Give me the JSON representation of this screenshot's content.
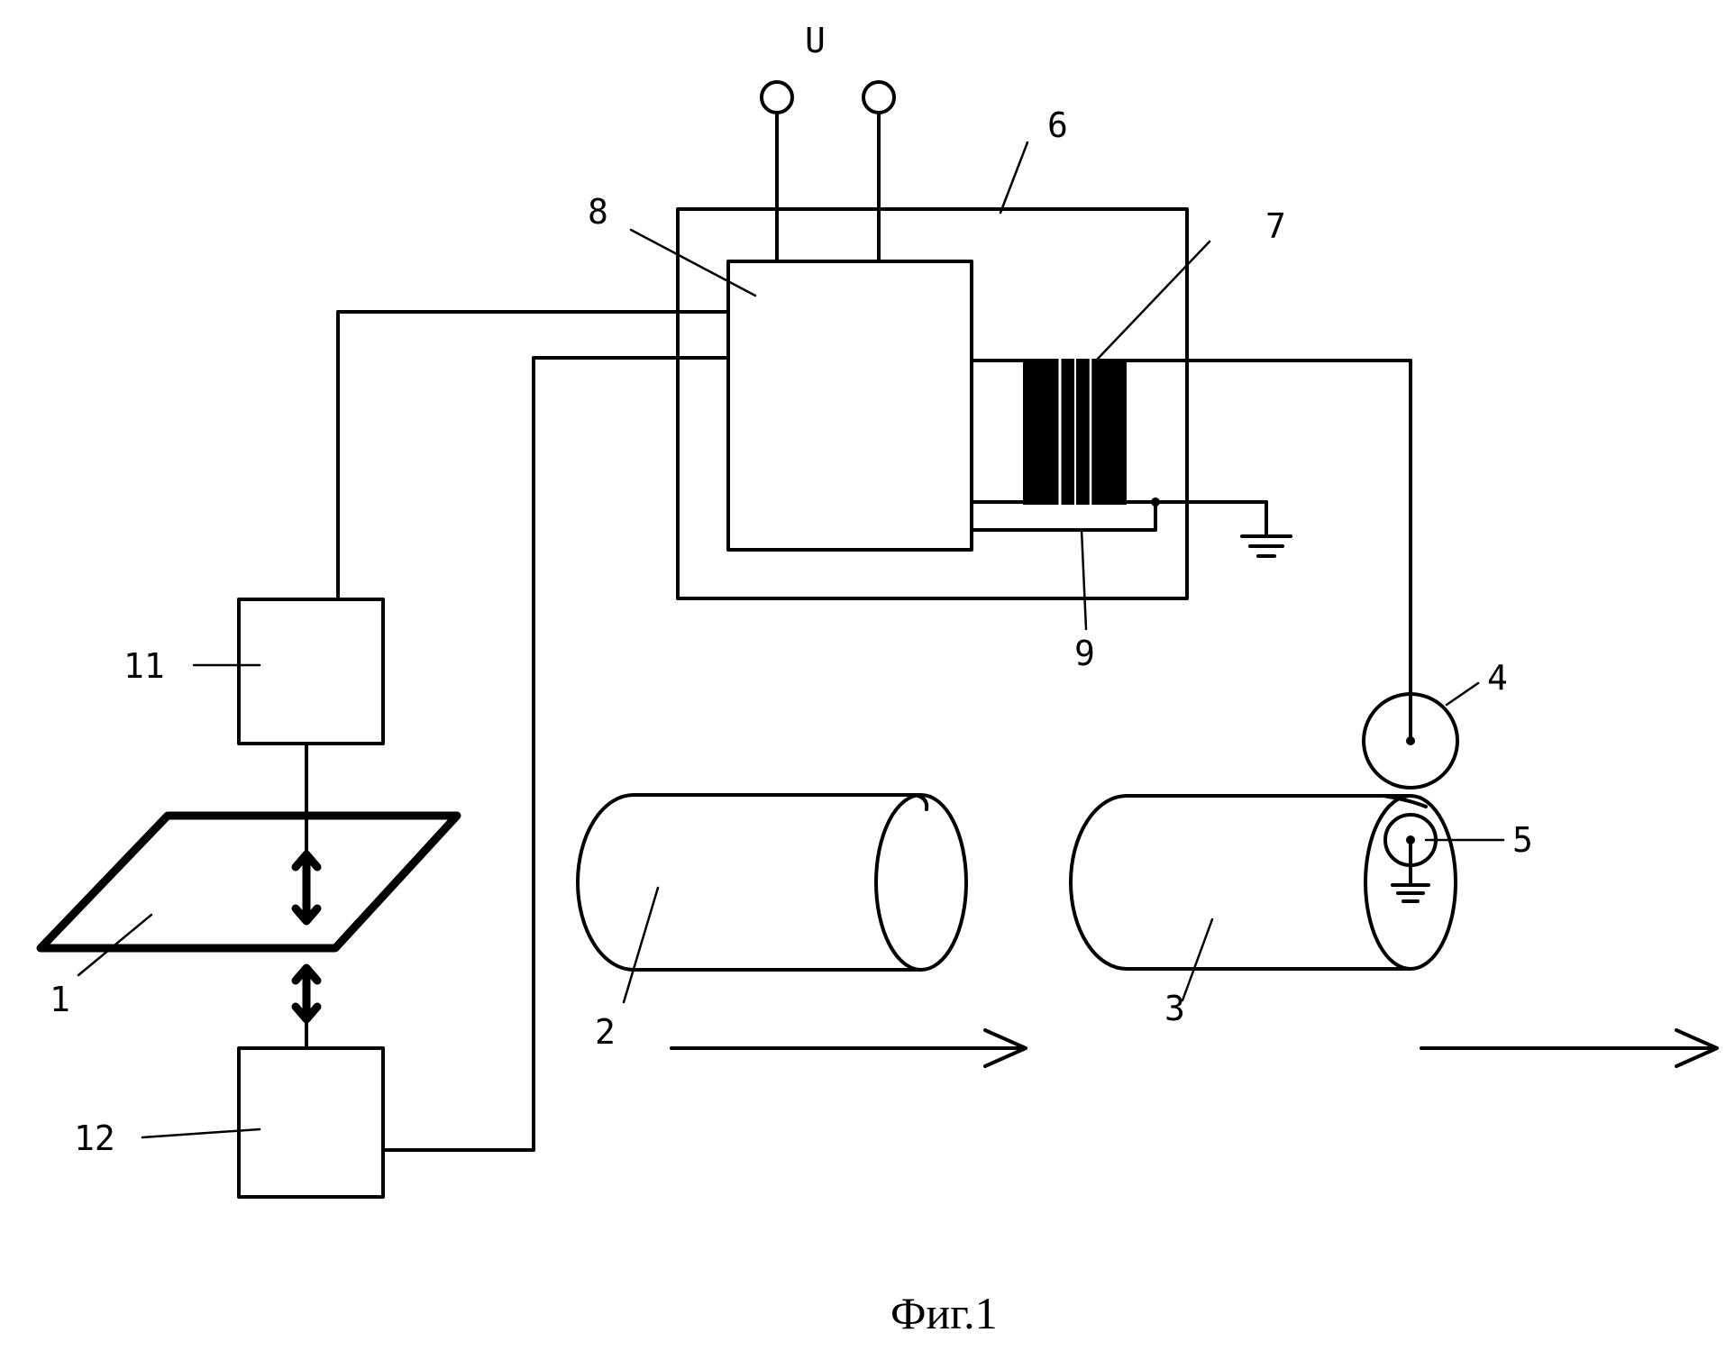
{
  "labels": {
    "voltage": "U",
    "l1": "1",
    "l2": "2",
    "l3": "3",
    "l4": "4",
    "l5": "5",
    "l6": "6",
    "l7": "7",
    "l8": "8",
    "l9": "9",
    "l11": "11",
    "l12": "12"
  },
  "caption": "Фиг.1"
}
